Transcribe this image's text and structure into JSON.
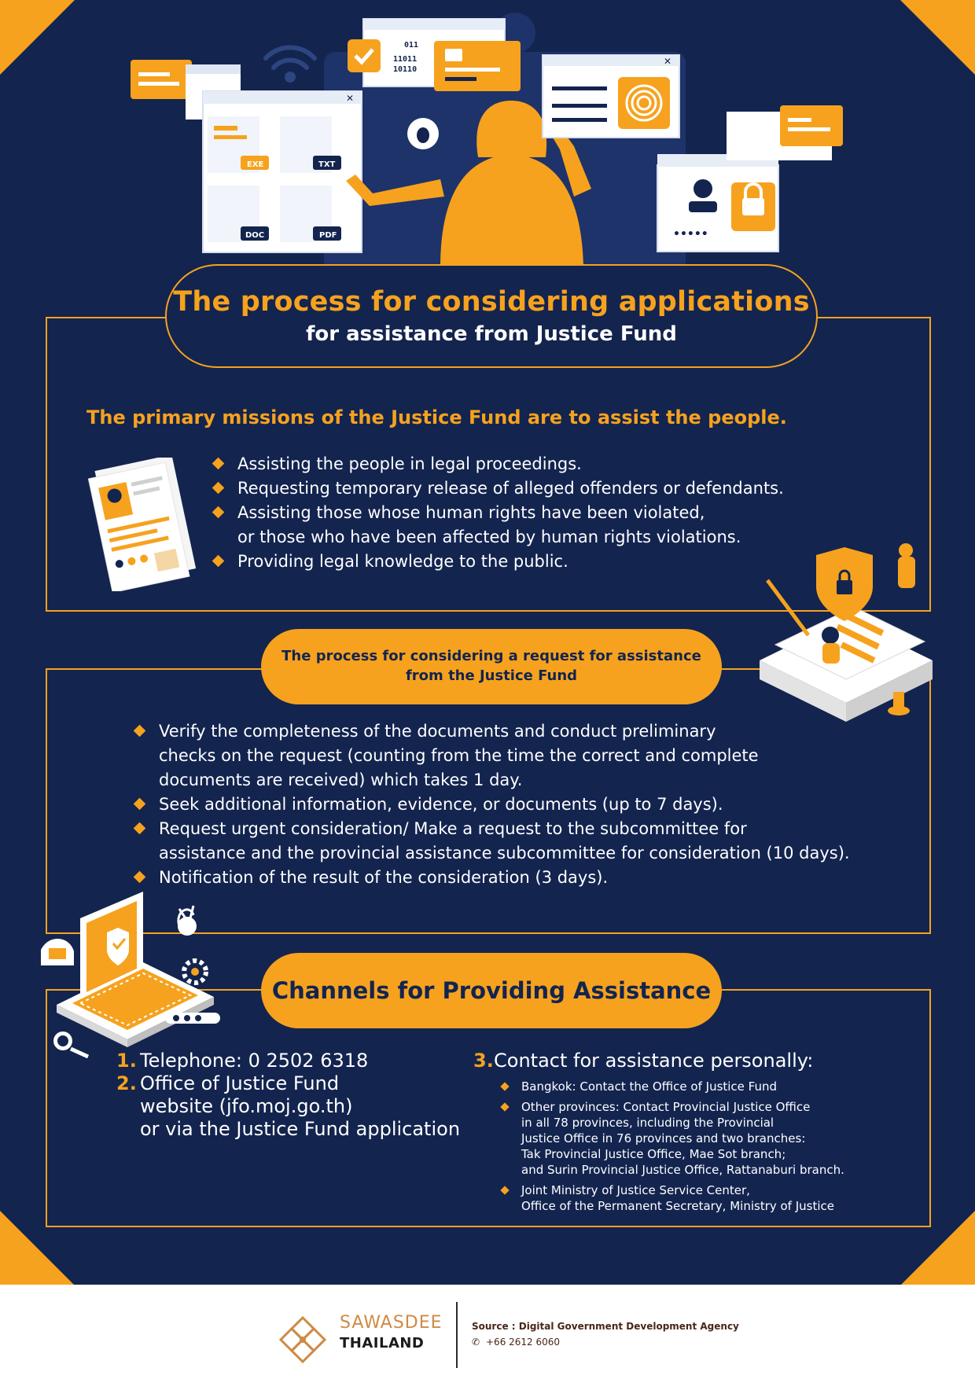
{
  "title": {
    "main": "The process for considering applications",
    "sub": "for assistance from Justice Fund"
  },
  "hero": {
    "file_labels": [
      "EXE",
      "TXT",
      "DOC",
      "PDF"
    ],
    "binary_lines": [
      "011",
      "11011",
      "10110"
    ]
  },
  "missions": {
    "heading": "The primary missions of the Justice Fund are to assist the people.",
    "items": [
      "Assisting the people in legal proceedings.",
      "Requesting temporary release of alleged offenders or defendants.",
      "Assisting those whose human rights have been violated,\nor those who have been affected by human rights violations.",
      "Providing legal knowledge to the public."
    ]
  },
  "process": {
    "heading_line1": "The process for considering a request for assistance",
    "heading_line2": "from the Justice Fund",
    "items": [
      "Verify the completeness of the documents and conduct preliminary\nchecks on the request (counting from the time the correct and complete\ndocuments are received) which takes 1 day.",
      "Seek additional information, evidence, or documents (up to 7 days).",
      "Request urgent consideration/ Make a request to the subcommittee for\nassistance and the provincial assistance subcommittee for consideration (10 days).",
      "Notification of the result of the consideration (3 days)."
    ]
  },
  "channels": {
    "heading": "Channels for Providing Assistance",
    "ch1_num": "1.",
    "ch1": "Telephone: 0 2502 6318",
    "ch2_num": "2.",
    "ch2": "Office of Justice Fund\nwebsite (jfo.moj.go.th)\nor via the Justice Fund application",
    "ch3_num": "3.",
    "ch3": "Contact for assistance personally:",
    "ch3_items": [
      "Bangkok: Contact the Office of Justice Fund",
      "Other provinces: Contact Provincial Justice Office\nin all 78 provinces, including the Provincial\nJustice Office in 76 provinces and two branches:\nTak Provincial Justice Office, Mae Sot branch;\nand Surin Provincial Justice Office, Rattanaburi branch.",
      "Joint Ministry of Justice Service Center,\nOffice of the Permanent Secretary, Ministry of Justice"
    ]
  },
  "footer": {
    "brand_line1": "SAWASDEE",
    "brand_line2": "THAILAND",
    "source": "Source : Digital Government Development Agency",
    "phone": "+66 2612 6060",
    "phone_icon": "phone-icon"
  },
  "colors": {
    "background": "#13244f",
    "accent": "#f6a21e",
    "white": "#ffffff"
  }
}
